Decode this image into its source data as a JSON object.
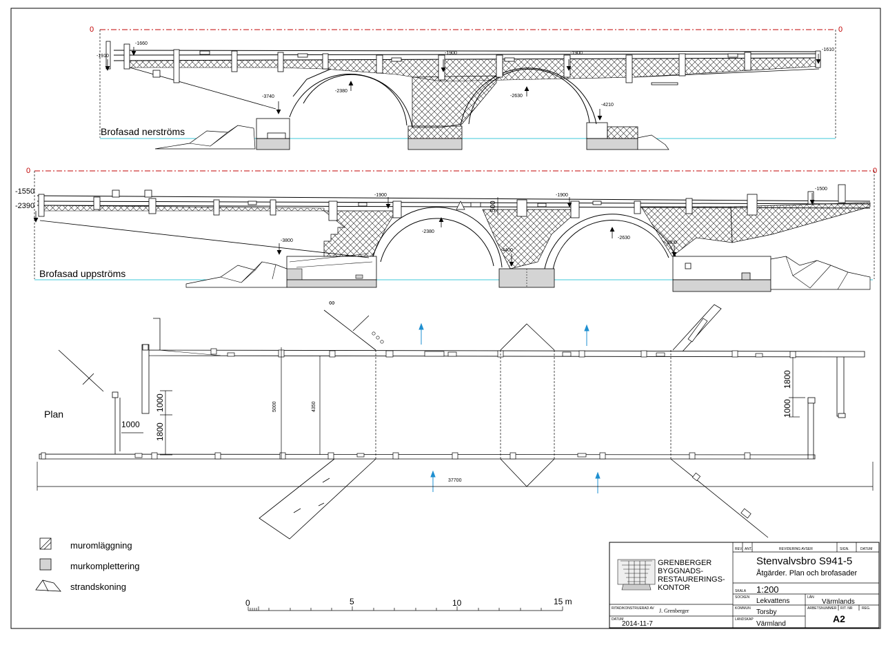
{
  "drawing": {
    "elevation_downstream": {
      "title": "Brofasad nerströms",
      "zero_left": "0",
      "zero_right": "0",
      "levels": [
        "-1910",
        "-1660",
        "-1900",
        "-1900",
        "-1610",
        "-3740",
        "-2380",
        "-2630",
        "-4210"
      ]
    },
    "elevation_upstream": {
      "title": "Brofasad uppströms",
      "zero_left": "0",
      "zero_right": "0",
      "levels": [
        "-1550",
        "-2390",
        "-1900",
        "-1900",
        "-1500",
        "-3800",
        "-2380",
        "-4400",
        "-2630",
        "-3900"
      ],
      "parapet_height": "500"
    },
    "plan": {
      "title": "Plan",
      "dims": [
        "5000",
        "4350",
        "1800",
        "1000",
        "1000",
        "1800",
        "1000",
        "37700"
      ],
      "infinity": "∞"
    },
    "legend": [
      {
        "label": "muromläggning"
      },
      {
        "label": "murkomplettering"
      },
      {
        "label": "strandskoning"
      }
    ],
    "scale_bar": {
      "labels": [
        "0",
        "5",
        "10",
        "15 m"
      ]
    }
  },
  "title_block": {
    "office": [
      "GRENBERGER",
      "BYGGNADS-",
      "RESTAURERINGS-",
      "KONTOR"
    ],
    "headers": {
      "rev": "REV.",
      "ant": "ANT.",
      "revidering": "REVIDERING AVSER",
      "sign": "SIGN.",
      "datum": "DATUM"
    },
    "title": "Stenvalvsbro S941-5",
    "subtitle": "Åtgärder. Plan och brofasader",
    "skala_label": "SKALA",
    "skala": "1:200",
    "socken_label": "SOCKEN",
    "socken": "Lekvattens",
    "lan_label": "LÄN",
    "lan": "Värmlands",
    "kommun_label": "KOMMUN",
    "kommun": "Torsby",
    "arbetsnummer_label": "ARBETSNUMMER",
    "rit_label": "RIT. NR",
    "reg_label": "REG.",
    "ritad_label": "RITAD/KONSTRUERAD AV",
    "ritad": "J. Grenberger",
    "datum_label": "DATUM",
    "datum": "2014-11-7",
    "landskap_label": "LANDSKAP",
    "landskap": "Värmland",
    "sheet": "A2"
  }
}
